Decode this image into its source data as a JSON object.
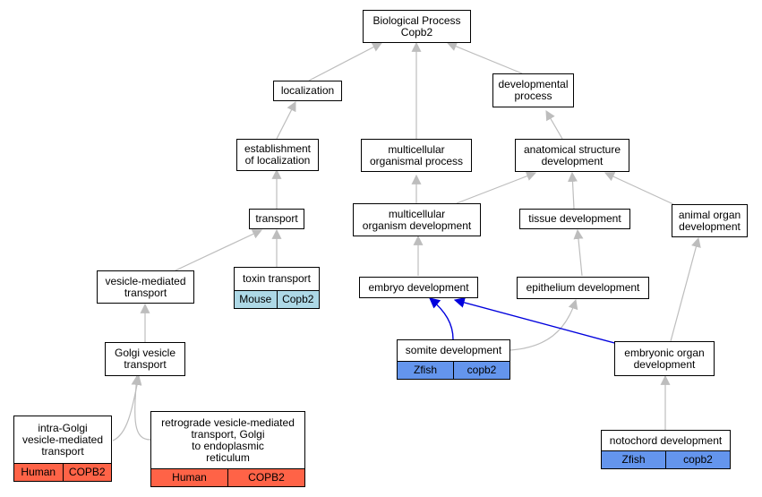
{
  "colors": {
    "edge": "#bdbdbd",
    "edge_highlight": "#0000dd",
    "human": "#ff6347",
    "mouse": "#add8e6",
    "zfish": "#6495ed"
  },
  "nodes": {
    "bp": {
      "label": "Biological Process\nCopb2"
    },
    "localization": {
      "label": "localization"
    },
    "dev_process": {
      "label": "developmental\nprocess"
    },
    "est_localization": {
      "label": "establishment\nof localization"
    },
    "multi_process": {
      "label": "multicellular\norganismal process"
    },
    "anat_dev": {
      "label": "anatomical structure\ndevelopment"
    },
    "transport": {
      "label": "transport"
    },
    "multi_dev": {
      "label": "multicellular\norganism development"
    },
    "tissue_dev": {
      "label": "tissue development"
    },
    "animal_organ": {
      "label": "animal organ\ndevelopment"
    },
    "vesicle": {
      "label": "vesicle-mediated\ntransport"
    },
    "toxin": {
      "label": "toxin transport",
      "species": "Mouse",
      "gene": "Copb2"
    },
    "embryo_dev": {
      "label": "embryo development"
    },
    "epith_dev": {
      "label": "epithelium development"
    },
    "golgi": {
      "label": "Golgi vesicle\ntransport"
    },
    "somite": {
      "label": "somite development",
      "species": "Zfish",
      "gene": "copb2"
    },
    "emb_organ": {
      "label": "embryonic organ\ndevelopment"
    },
    "intra_golgi": {
      "label": "intra-Golgi\nvesicle-mediated\ntransport",
      "species": "Human",
      "gene": "COPB2"
    },
    "retro": {
      "label": "retrograde vesicle-mediated\ntransport, Golgi\nto endoplasmic\nreticulum",
      "species": "Human",
      "gene": "COPB2"
    },
    "notochord": {
      "label": "notochord development",
      "species": "Zfish",
      "gene": "copb2"
    }
  }
}
